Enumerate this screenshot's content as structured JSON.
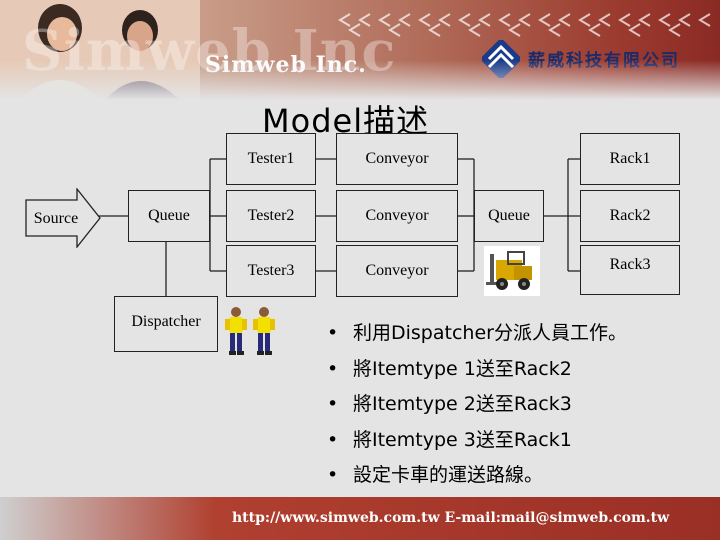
{
  "header": {
    "watermark": "Simweb Inc",
    "logo_en": "Simweb Inc.",
    "logo_zh": "薪威科技有限公司"
  },
  "title": "Model描述",
  "diagram": {
    "source": "Source",
    "queue1": "Queue",
    "dispatcher": "Dispatcher",
    "testers": [
      "Tester1",
      "Tester2",
      "Tester3"
    ],
    "conveyors": [
      "Conveyor",
      "Conveyor",
      "Conveyor"
    ],
    "queue2": "Queue",
    "racks": [
      "Rack1",
      "Rack2",
      "Rack3"
    ]
  },
  "icons": [
    "operator-icon",
    "operator-icon",
    "forklift-truck-icon"
  ],
  "bullets": [
    "利用Dispatcher分派人員工作。",
    "將Itemtype 1送至Rack2",
    "將Itemtype 2送至Rack3",
    "將Itemtype 3送至Rack1",
    "設定卡車的運送路線。"
  ],
  "footer": "http://www.simweb.com.tw   E-mail:mail@simweb.com.tw",
  "colors": {
    "banner_dark": "#9c3c30",
    "logo_zh": "#1a2a6a",
    "background": "#e4e4e4"
  }
}
